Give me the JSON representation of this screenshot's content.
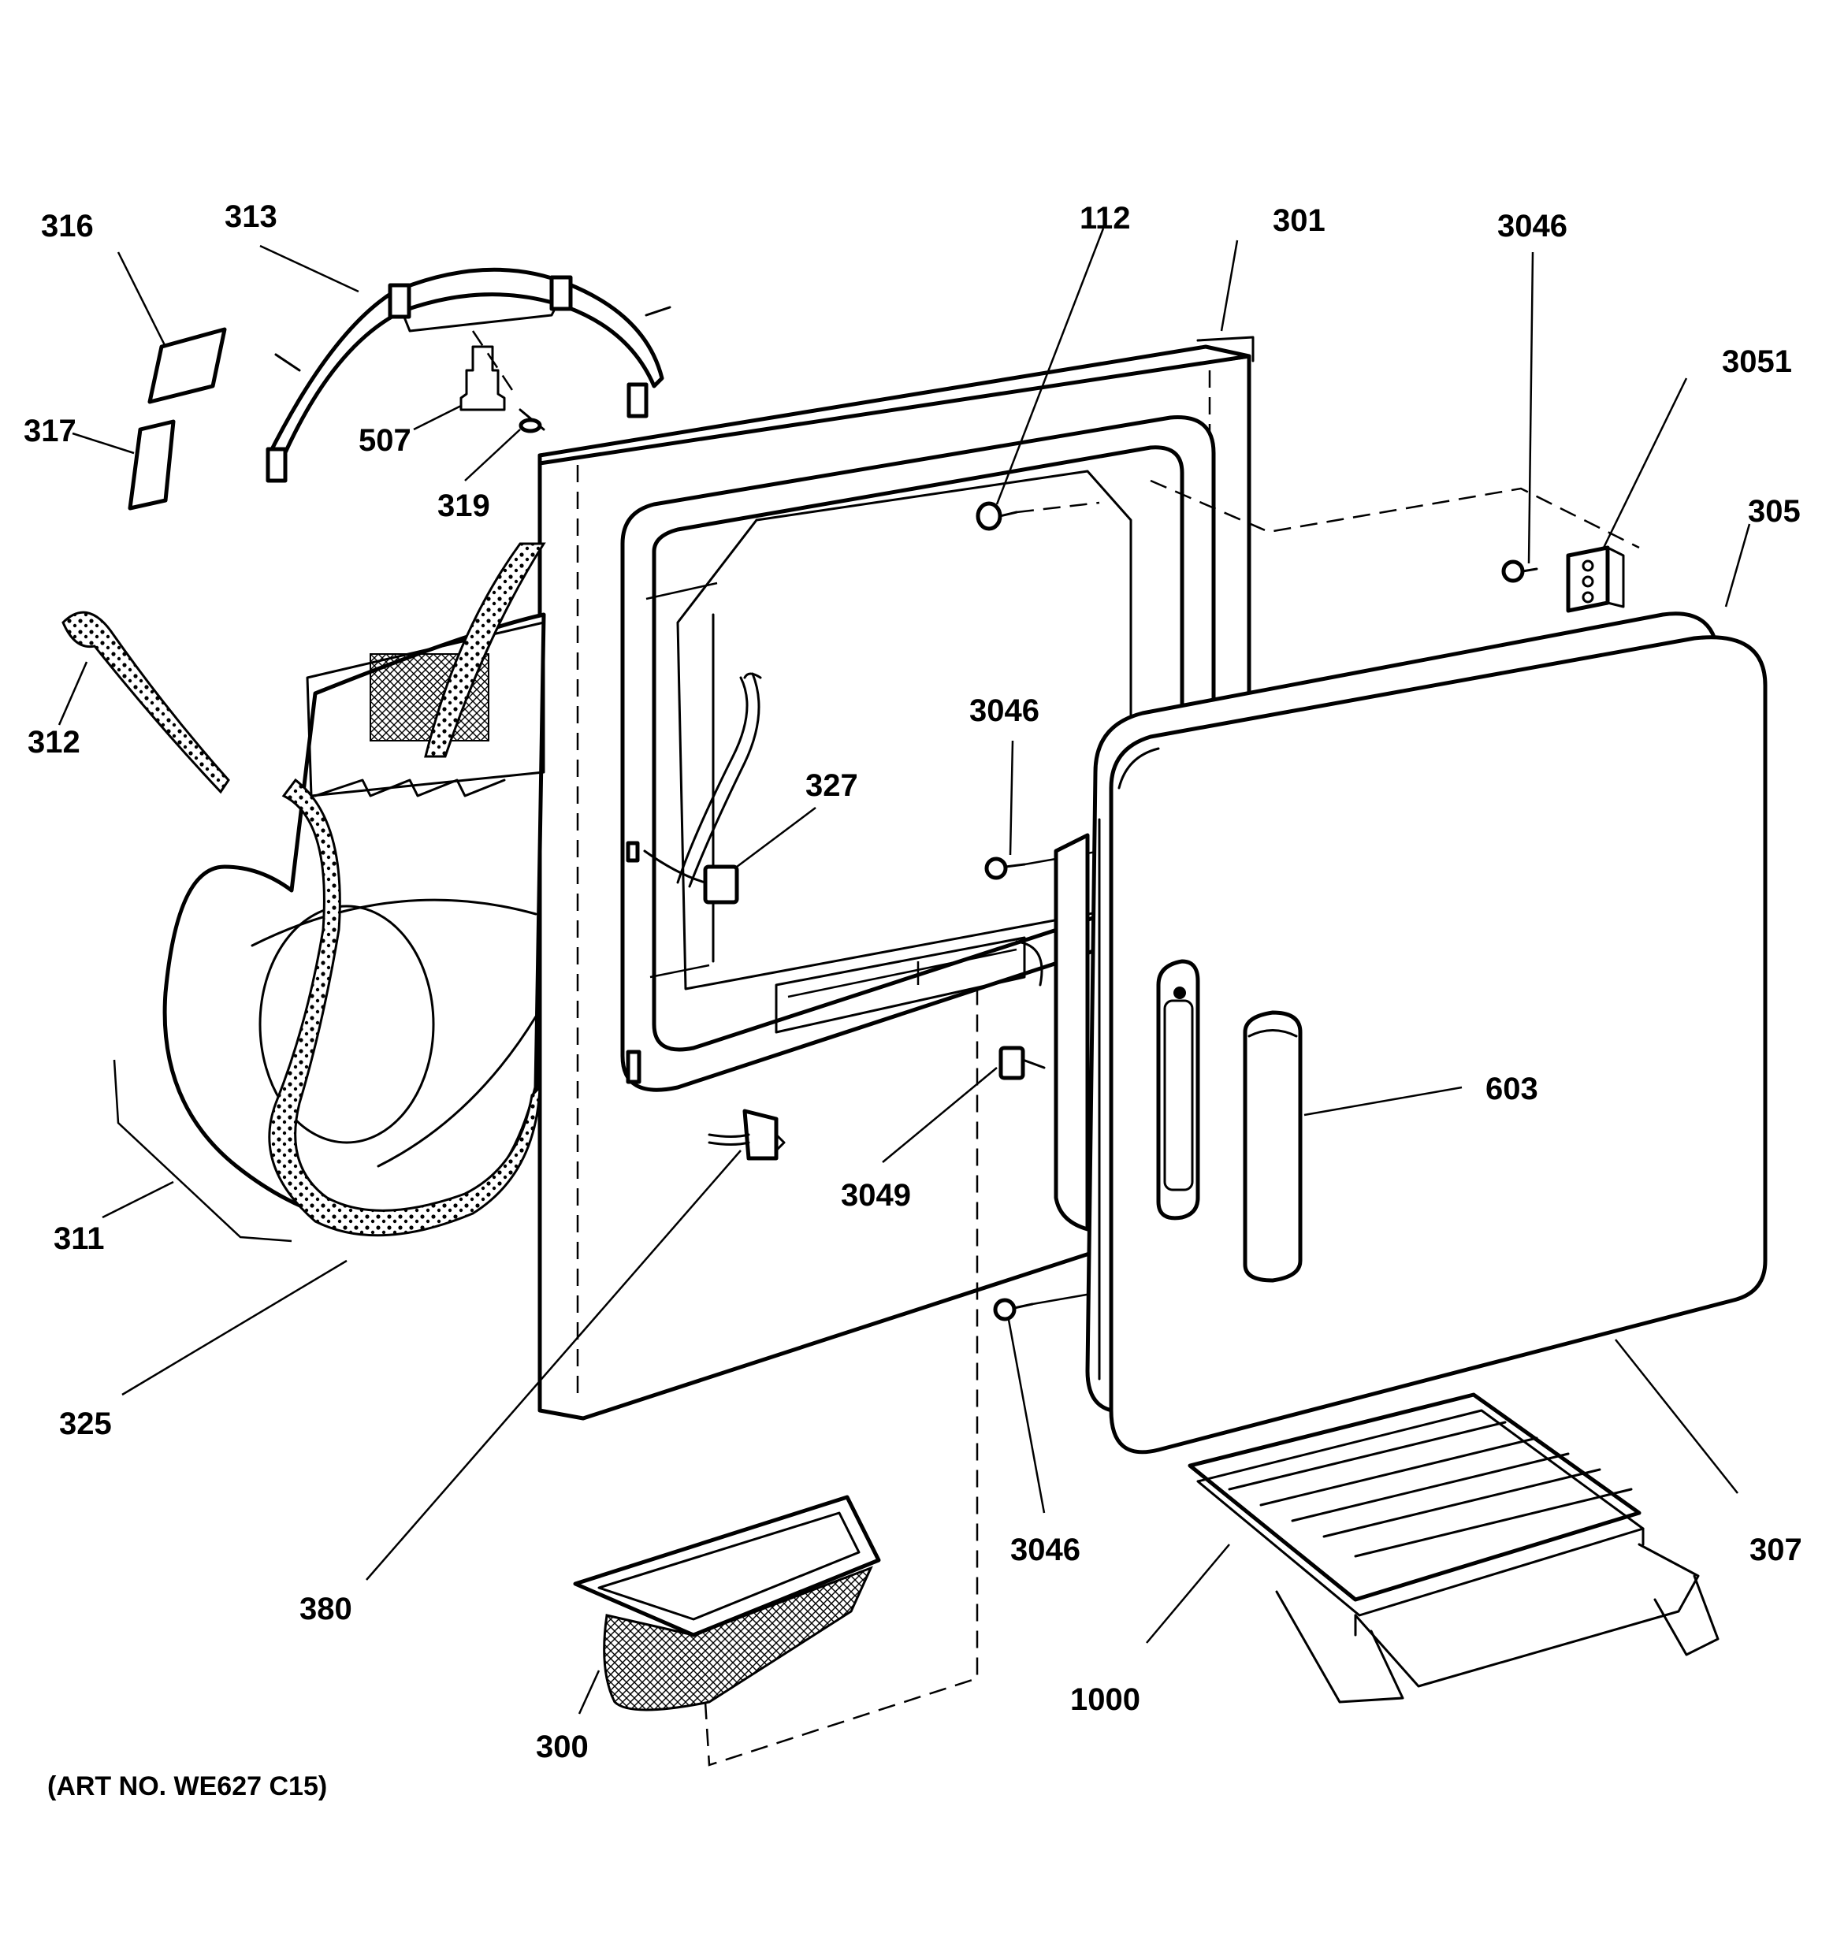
{
  "colors": {
    "ink": "#000000",
    "paper": "#ffffff"
  },
  "caption": "(ART NO. WE627 C15)",
  "callouts": {
    "c316": "316",
    "c313": "313",
    "c317": "317",
    "c507": "507",
    "c319": "319",
    "c312": "312",
    "c311": "311",
    "c325": "325",
    "c380": "380",
    "c300": "300",
    "c112": "112",
    "c301": "301",
    "c3046a": "3046",
    "c3051": "3051",
    "c305": "305",
    "c3046b": "3046",
    "c327": "327",
    "c3049": "3049",
    "c603": "603",
    "c3046c": "3046",
    "c307": "307",
    "c1000": "1000"
  }
}
